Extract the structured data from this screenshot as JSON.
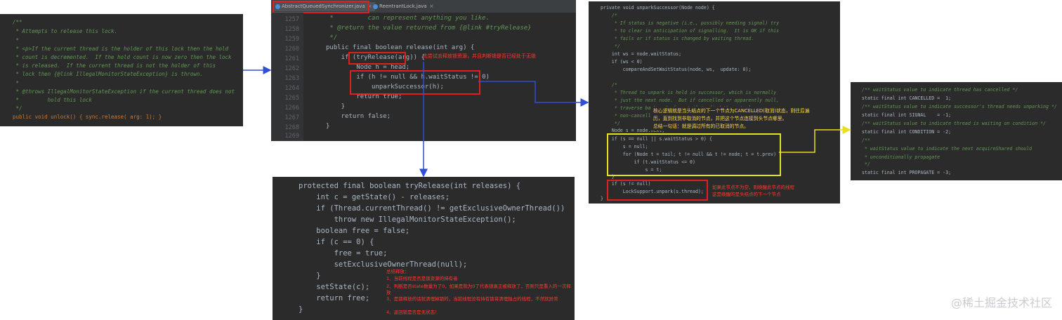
{
  "panel_unlock": {
    "lines": [
      "/**",
      " * Attempts to release this lock.",
      " *",
      " * <p>If the current thread is the holder of this lock then the hold",
      " * count is decremented.  If the hold count is now zero then the lock",
      " * is released.  If the current thread is not the holder of this",
      " * lock then {@link IllegalMonitorStateException} is thrown.",
      " *",
      " * @throws IllegalMonitorStateException if the current thread does not",
      " *         hold this lock",
      " */",
      "public void unlock() { sync.release( arg: 1); }"
    ]
  },
  "panel_release": {
    "tabs": [
      "AbstractQueuedSynchronizer.java",
      "ReentrantLock.java"
    ],
    "line_numbers": [
      "1257",
      "1258",
      "1259",
      "1260",
      "1261",
      "1262",
      "1263",
      "1264",
      "1265",
      "1266",
      "1267",
      "1268",
      "1269"
    ],
    "lines": [
      " *         can represent anything you like.",
      " * @return the value returned from {@link #tryRelease}",
      " */",
      "public final boolean release(int arg) {",
      "    if (tryRelease(arg)) {",
      "        Node h = head;",
      "        if (h != null && h.waitStatus != 0)",
      "            unparkSuccessor(h);",
      "        return true;",
      "    }",
      "    return false;",
      "}",
      ""
    ],
    "annotation": "先尝试去释放锁资源，并且判断锁是否已经处于无锁"
  },
  "panel_try": {
    "lines": [
      "protected final boolean tryRelease(int releases) {",
      "    int c = getState() - releases;",
      "    if (Thread.currentThread() != getExclusiveOwnerThread())",
      "        throw new IllegalMonitorStateException();",
      "    boolean free = false;",
      "    if (c == 0) {",
      "        free = true;",
      "        setExclusiveOwnerThread(null);",
      "    }",
      "    setState(c);",
      "    return free;",
      "}"
    ],
    "notes": [
      "总结释放：",
      "1、当前线程是否是锁资源的持有者",
      "2、判断是否state数量为了0，如果是就为0了代表锁真正被释放了，否则只是重入的一次释放",
      "3、是锁释放的话就清理掉锁的，当前线程没有持有锁将清理独占的线程，不然就异常",
      "4、返回锁是否是无状态！"
    ]
  },
  "panel_unpark": {
    "lines": [
      "private void unparkSuccessor(Node node) {",
      "    /*",
      "     * If status is negative (i.e., possibly needing signal) try",
      "     * to clear in anticipation of signalling.  It is OK if this",
      "     * fails or if status is changed by waiting thread.",
      "     */",
      "    int ws = node.waitStatus;",
      "    if (ws < 0)",
      "        compareAndSetWaitStatus(node, ws,  update: 0);",
      "",
      "    /*",
      "     * Thread to unpark is held in successor, which is normally",
      "     * just the next node.  But if cancelled or apparently null,",
      "     * traverse backwards from tail to find the actual",
      "     * non-cancelled successor.",
      "     */",
      "    Node s = node.next;",
      "    if (s == null || s.waitStatus > 0) {",
      "        s = null;",
      "        for (Node t = tail; t != null && t != node; t = t.prev)",
      "            if (t.waitStatus <= 0)",
      "                s = t;",
      "    }",
      "    if (s != null)",
      "        LockSupport.unpark(s.thread);",
      "}"
    ],
    "note_yellow": [
      "核心逻辑就是当头结点的下一个节点为CANCELLED(取消)状态，则往后遍",
      "历，直到找到非取消的节点，并把这个节点连接到头节点哪里。",
      "总结一句话：就是调过所有的已取消的节点。"
    ],
    "note_red": [
      "如果此节点不为空，则唤醒此节点的线程",
      "这是唤醒的是头结点的下一个节点"
    ]
  },
  "panel_const": {
    "lines": [
      "/** waitStatus value to indicate thread has cancelled */",
      "static final int CANCELLED =  1;",
      "/** waitStatus value to indicate successor's thread needs unparking */",
      "static final int SIGNAL    = -1;",
      "/** waitStatus value to indicate thread is waiting on condition */",
      "static final int CONDITION = -2;",
      "/**",
      " * waitStatus value to indicate the next acquireShared should",
      " * unconditionally propagate",
      " */",
      "static final int PROPAGATE = -3;"
    ]
  },
  "watermark": "@稀土掘金技术社区",
  "colors": {
    "red_box": "#e02020",
    "yellow_box": "#e6e021",
    "blue_arrow": "#2f4fd8"
  }
}
